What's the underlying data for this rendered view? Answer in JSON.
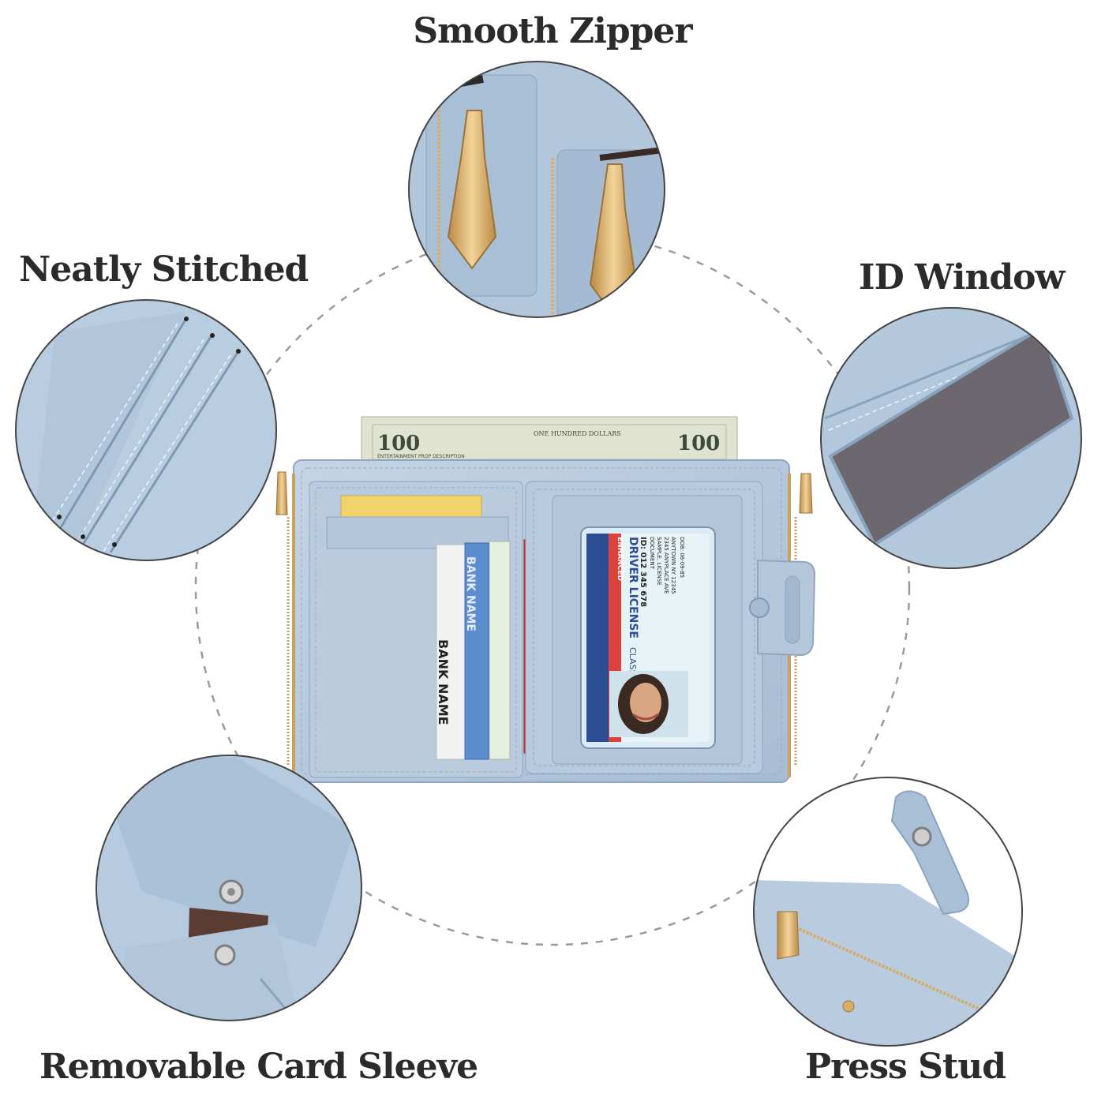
{
  "features": {
    "top": "Smooth Zipper",
    "top_left": "Neatly Stitched",
    "top_right": "ID Window",
    "bottom_left": "Removable Card Sleeve",
    "bottom_right": "Press Stud"
  },
  "banknote": {
    "denomination": "100",
    "header": "ONE HUNDRED DOLLARS",
    "caption": "ENTERTAINMENT PROP DESCRIPTION"
  },
  "cards": {
    "bank_name": "BANK NAME"
  },
  "id_card": {
    "tag": "ENHANCED",
    "title": "DRIVER LICENSE",
    "class": "CLASS D",
    "id_line": "ID: 012 345 678",
    "name_1": "DOCUMENT",
    "name_2": "SAMPLE, LICENSE",
    "address_1": "2345 ANYPLACE AVE",
    "address_2": "ANYTOWN NY 12345",
    "dob": "DOB: 06-09-85"
  },
  "colors": {
    "leather": "#b7c9dc",
    "leather_dark": "#93abc4",
    "zipper_gold": "#d9ad6a",
    "banknote": "#dfe3cf",
    "dashed_ring": "#9a9a9a",
    "text": "#2b2b2b"
  }
}
